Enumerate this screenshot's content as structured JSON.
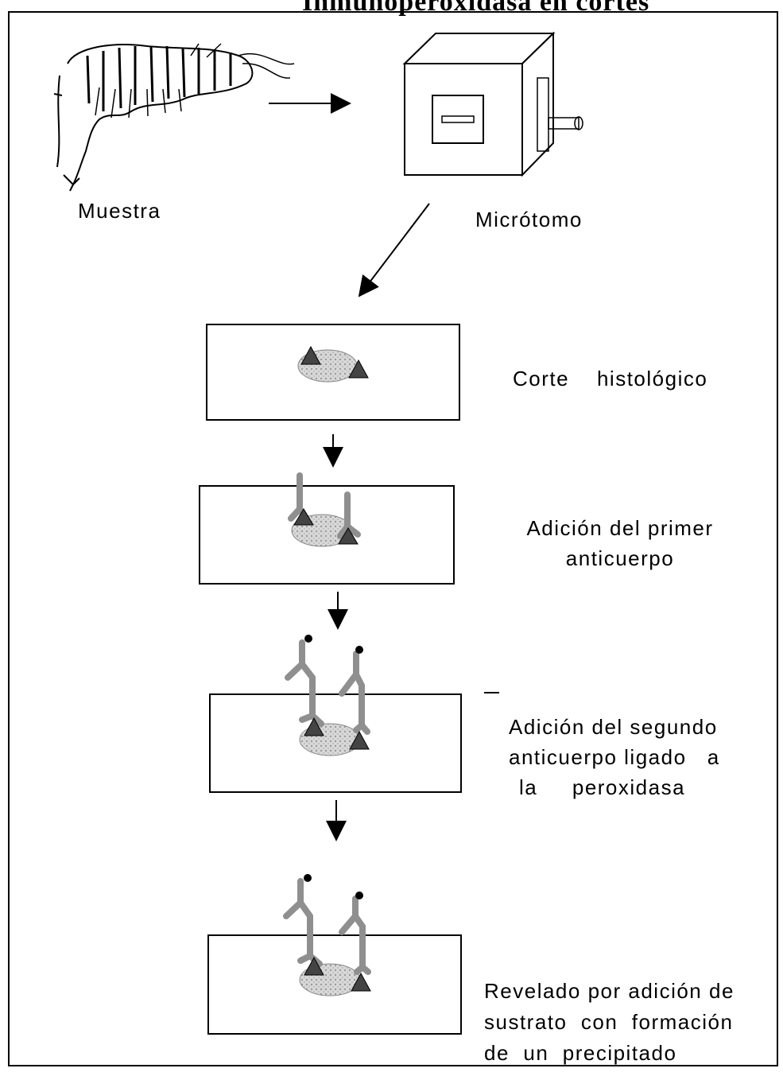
{
  "header": {
    "title": "Inmunoperoxidasa en cortes"
  },
  "labels": {
    "sample": "Muestra",
    "microtome": "Micrótomo",
    "step1": "Corte    histológico",
    "step2_line1": "Adición del primer",
    "step2_line2": "anticuerpo",
    "step3_line1": "Adición del segundo",
    "step3_line2": "anticuerpo ligado   a",
    "step3_line3": "la     peroxidasa",
    "step4_line1": "Revelado por adición de",
    "step4_line2": "sustrato  con  formación",
    "step4_line3": "de  un  precipitado"
  },
  "colors": {
    "antibody": "#8f8f8f",
    "antigen": "#444444",
    "tissue": "#bdbdbd",
    "line": "#000000"
  },
  "icons": {
    "sample": "shrimp-icon",
    "microtome": "microtome-icon",
    "enzyme": "peroxidase-icon"
  }
}
